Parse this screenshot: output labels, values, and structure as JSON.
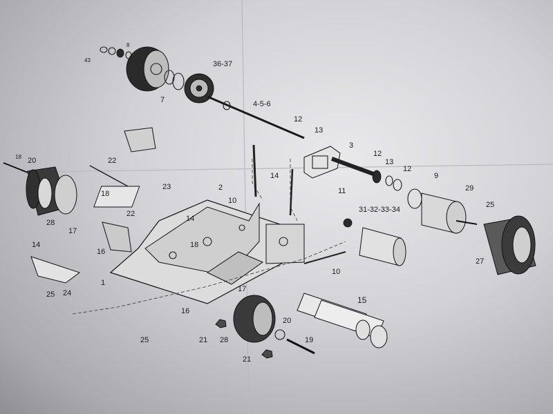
{
  "diagram": {
    "labels": {
      "n43": "43",
      "n8": "8",
      "n36_37": "36-37",
      "n7": "7",
      "n4_5_6": "4-5-6",
      "n12a": "12",
      "n13a": "13",
      "n3": "3",
      "n12b": "12",
      "n13b": "13",
      "n12c": "12",
      "n9": "9",
      "n29": "29",
      "n25a": "25",
      "n27": "27",
      "n18a": "18",
      "n20a": "20",
      "n22a": "22",
      "n23": "23",
      "n22b": "22",
      "n14a": "14",
      "n2": "2",
      "n11": "11",
      "n31_34": "31-32-33-34",
      "n18b": "18",
      "n28a": "28",
      "n17a": "17",
      "n16a": "16",
      "n14b": "14",
      "n10a": "10",
      "n14c": "14",
      "n18c": "18",
      "n10b": "10",
      "n1": "1",
      "n24": "24",
      "n25b": "25",
      "n16b": "16",
      "n17b": "17",
      "n15": "15",
      "n25c": "25",
      "n21a": "21",
      "n28b": "28",
      "n20b": "20",
      "n19": "19",
      "n21b": "21"
    }
  }
}
